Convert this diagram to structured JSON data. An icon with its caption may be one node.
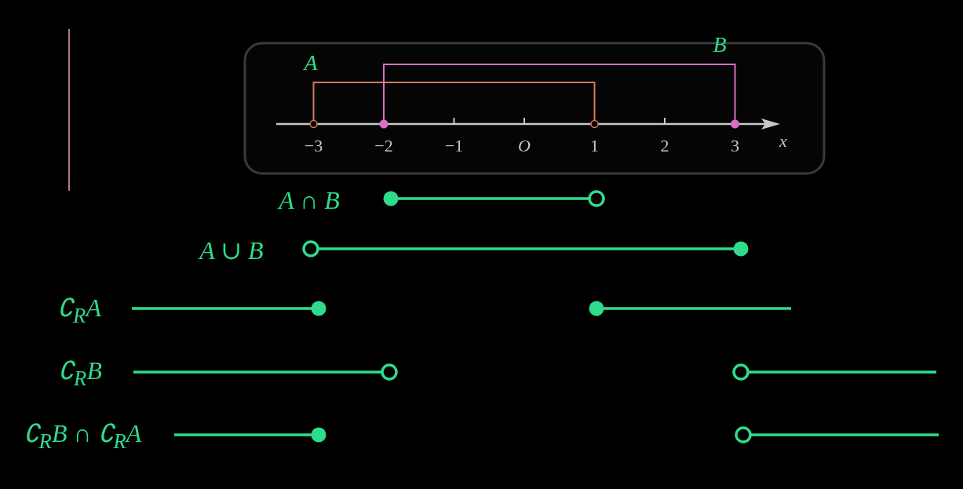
{
  "diagram": {
    "labels": [
      "A",
      "B",
      "−3",
      "−2",
      "−1",
      "O",
      "1",
      "2",
      "3",
      "x",
      "A ∩ B",
      "A ∪ B",
      "∁$_{R}$A",
      "∁$_{R}$B",
      "∁$_{R}$B ∩ ∁$_{R}$A"
    ]
  }
}
